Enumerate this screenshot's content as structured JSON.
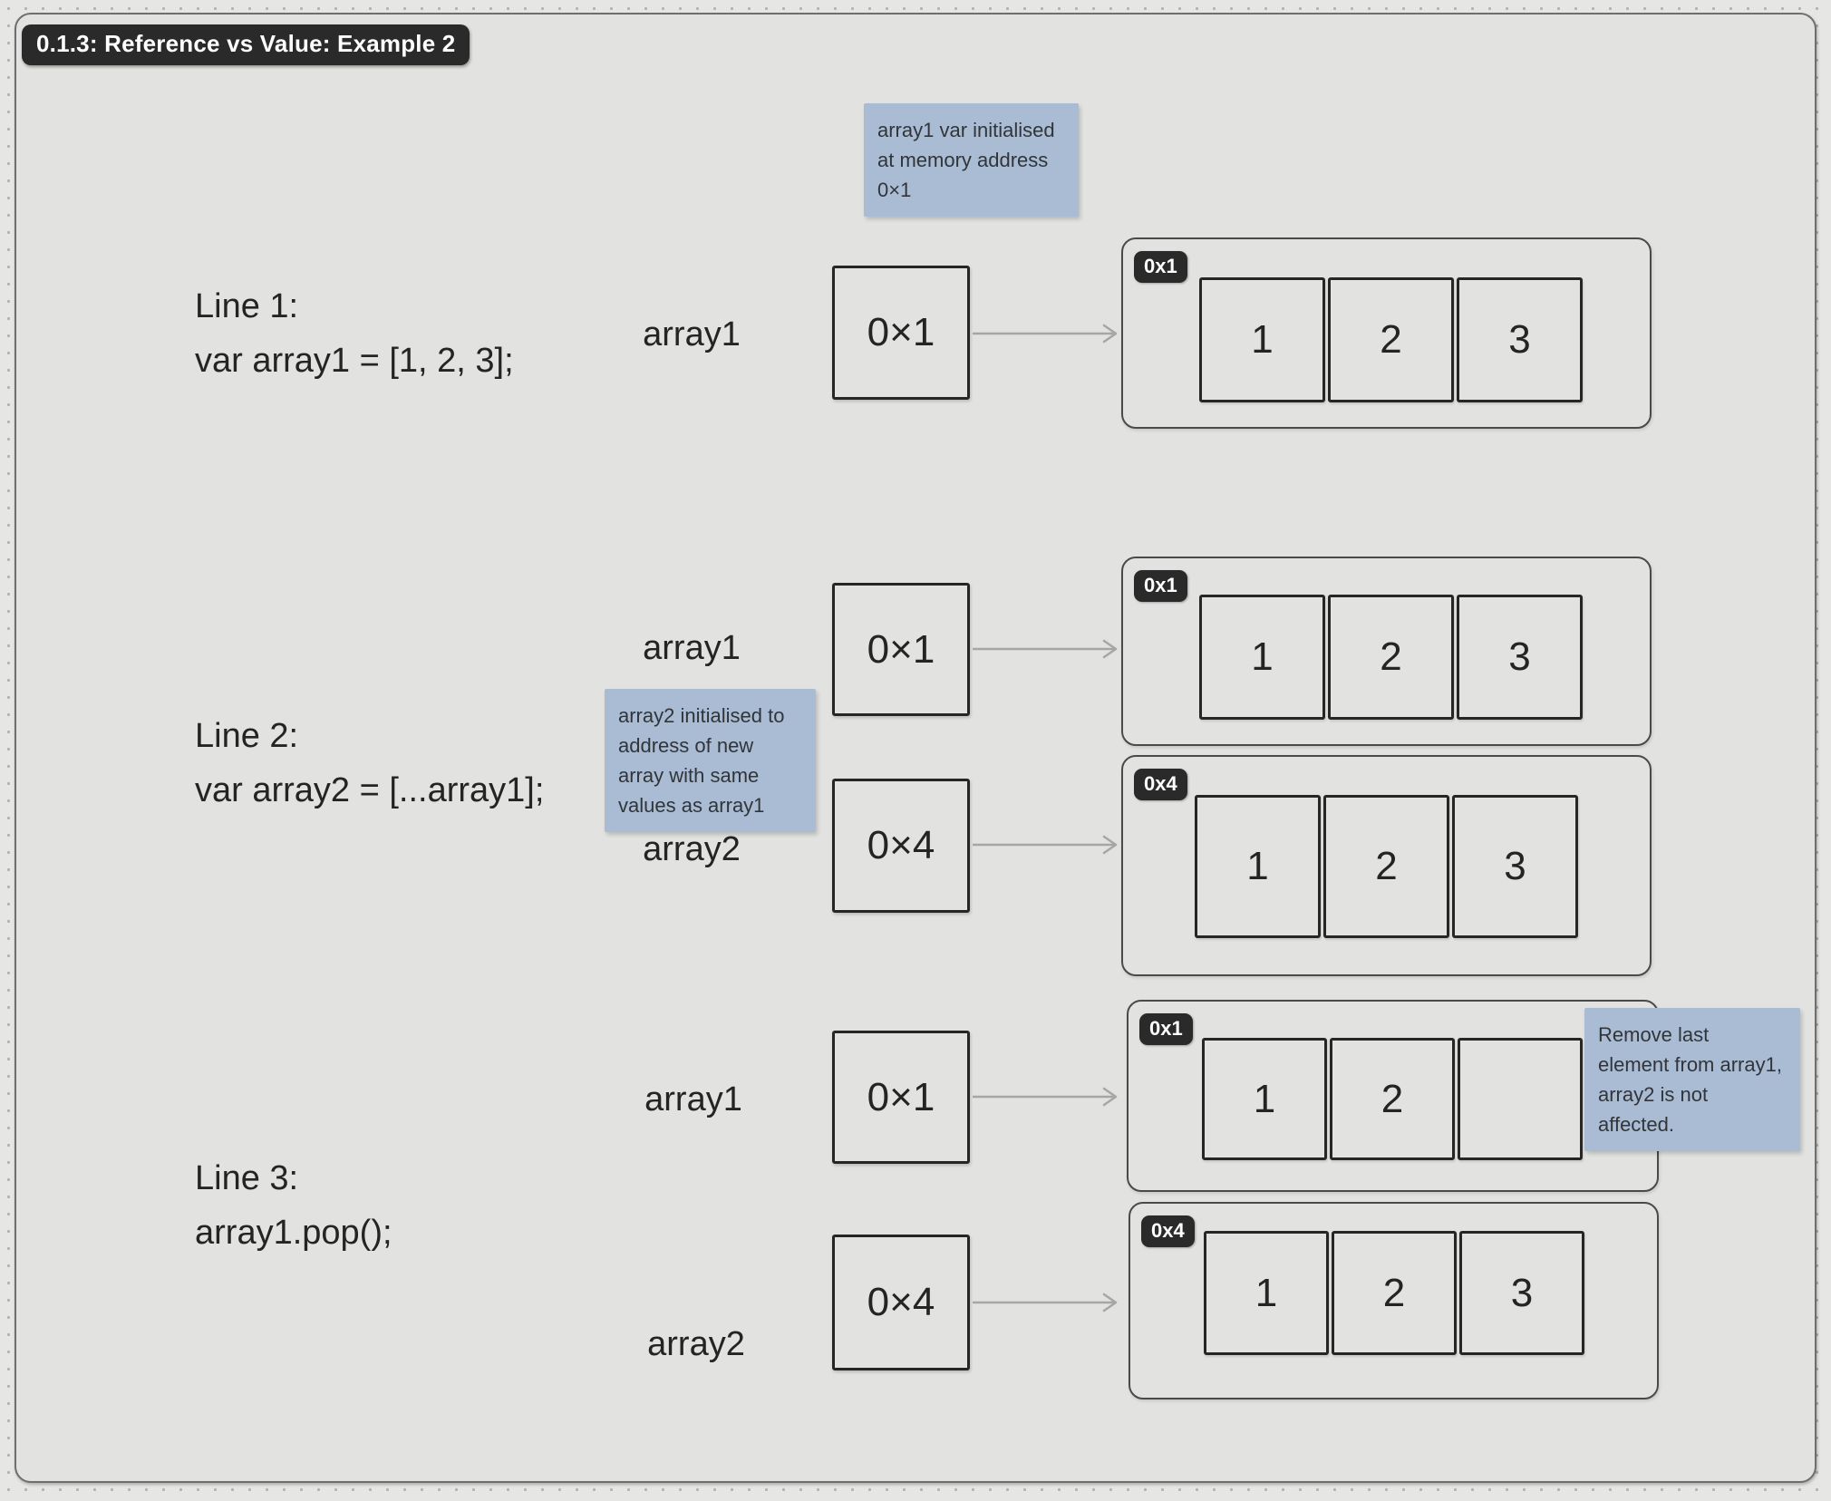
{
  "title": "0.1.3: Reference vs Value: Example 2",
  "colors": {
    "canvas_bg": "#e2e2e1",
    "frame_border": "#6e6e6e",
    "shape_border": "#262626",
    "region_border": "#4a4a4a",
    "badge_bg": "#2a2a2a",
    "badge_text": "#ffffff",
    "note_bg": "#a9bcd4",
    "arrow": "#a6a6a6",
    "text": "#242424"
  },
  "sections": [
    {
      "code": {
        "line1": "Line 1:",
        "line2": "var array1 = [1, 2, 3];"
      },
      "note": {
        "lines": [
          "array1 var initialised",
          "at memory address",
          "0×1"
        ]
      },
      "rows": [
        {
          "var_name": "array1",
          "pointer_value": "0×1",
          "memory_label": "0x1",
          "cells": [
            "1",
            "2",
            "3"
          ]
        }
      ]
    },
    {
      "code": {
        "line1": "Line 2:",
        "line2": "var array2 = [...array1];"
      },
      "note": {
        "lines": [
          "array2 initialised to",
          "address of new",
          "array with same",
          "values as array1"
        ]
      },
      "rows": [
        {
          "var_name": "array1",
          "pointer_value": "0×1",
          "memory_label": "0x1",
          "cells": [
            "1",
            "2",
            "3"
          ]
        },
        {
          "var_name": "array2",
          "pointer_value": "0×4",
          "memory_label": "0x4",
          "cells": [
            "1",
            "2",
            "3"
          ]
        }
      ]
    },
    {
      "code": {
        "line1": "Line 3:",
        "line2": "array1.pop();"
      },
      "note": {
        "lines": [
          "Remove last",
          "element from array1,",
          "array2 is not",
          "affected."
        ]
      },
      "rows": [
        {
          "var_name": "array1",
          "pointer_value": "0×1",
          "memory_label": "0x1",
          "cells": [
            "1",
            "2",
            ""
          ]
        },
        {
          "var_name": "array2",
          "pointer_value": "0×4",
          "memory_label": "0x4",
          "cells": [
            "1",
            "2",
            "3"
          ]
        }
      ]
    }
  ]
}
